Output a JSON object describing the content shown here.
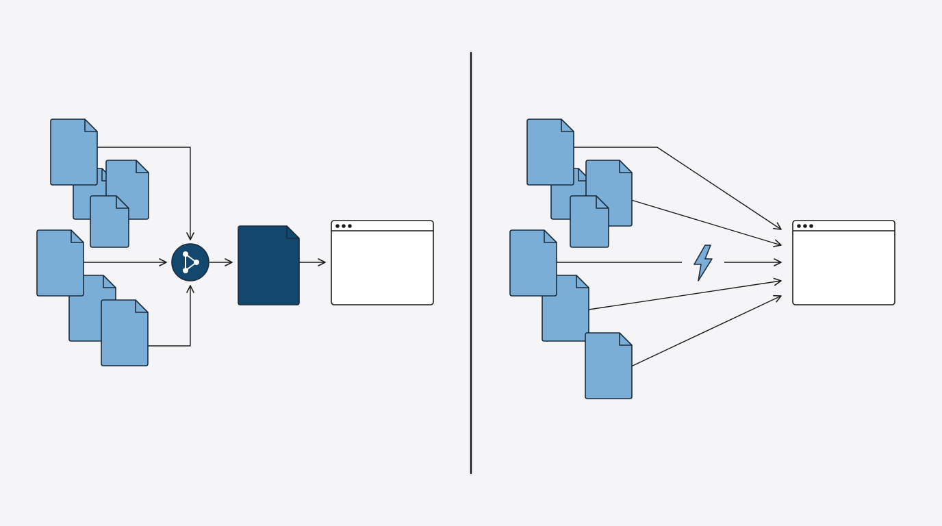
{
  "colors": {
    "background": "#f5f5f7",
    "file_fill": "#7aaed6",
    "file_stroke": "#1a2a3a",
    "bundle_fill": "#12486e",
    "line": "#1a1a1a",
    "window_fill": "#ffffff",
    "divider": "#1a1a1a"
  },
  "icons": {
    "bundler": "bundler-graph-icon",
    "direct_load": "lightning-bolt-icon",
    "source_file": "document-icon",
    "bundle": "bundle-document-icon",
    "browser": "browser-window-icon"
  },
  "panels": {
    "left": {
      "source_file_count": 7,
      "bundle_count": 1,
      "browser_count": 1
    },
    "right": {
      "source_file_count": 7,
      "browser_count": 1
    }
  }
}
